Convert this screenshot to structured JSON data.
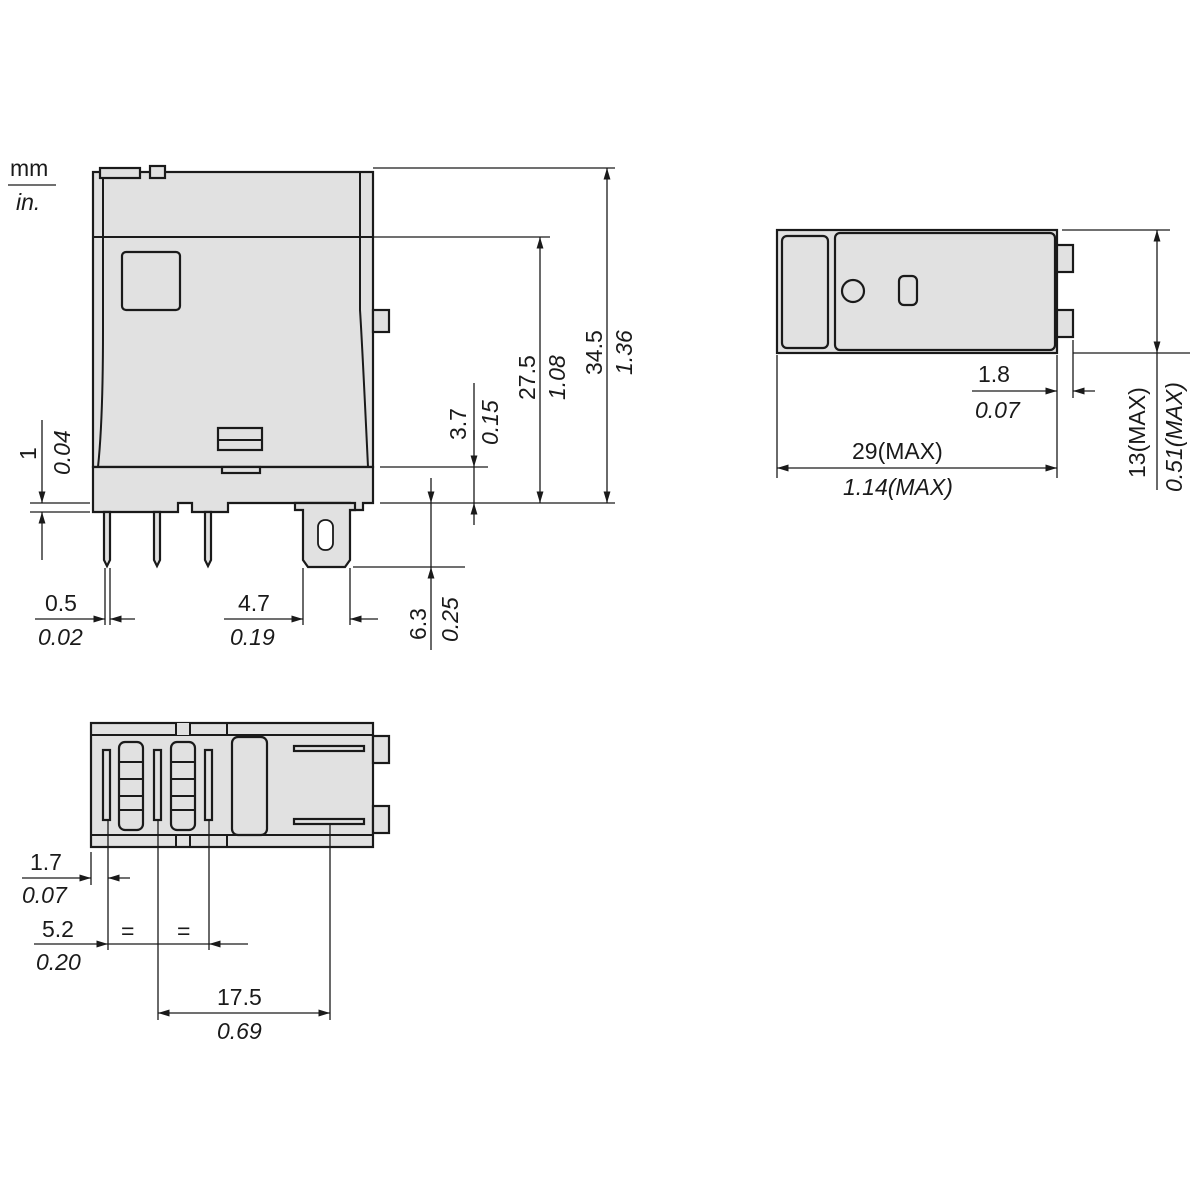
{
  "units": {
    "primary": "mm",
    "secondary": "in."
  },
  "front_view": {
    "overall_height": {
      "mm": "34.5",
      "in": "1.36"
    },
    "body_height": {
      "mm": "27.5",
      "in": "1.08"
    },
    "base_height": {
      "mm": "3.7",
      "in": "0.15"
    },
    "standoff": {
      "mm": "1",
      "in": "0.04"
    },
    "pin_width": {
      "mm": "0.5",
      "in": "0.02"
    },
    "tab_width": {
      "mm": "4.7",
      "in": "0.19"
    },
    "tab_length": {
      "mm": "6.3",
      "in": "0.25"
    }
  },
  "side_view": {
    "width": {
      "mm": "29(MAX)",
      "in": "1.14(MAX)"
    },
    "depth": {
      "mm": "13(MAX)",
      "in": "0.51(MAX)"
    },
    "tab_protrusion": {
      "mm": "1.8",
      "in": "0.07"
    }
  },
  "bottom_view": {
    "edge_offset": {
      "mm": "1.7",
      "in": "0.07"
    },
    "pin_pitch": {
      "mm": "5.2",
      "in": "0.20"
    },
    "equal_mark": "=",
    "tab_distance": {
      "mm": "17.5",
      "in": "0.69"
    }
  }
}
